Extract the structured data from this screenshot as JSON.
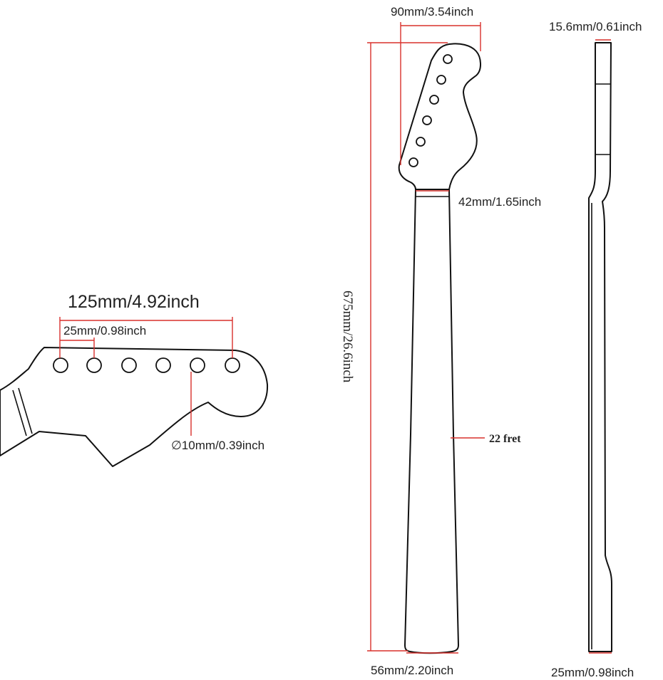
{
  "colors": {
    "dimension_line": "#d9302c",
    "outline": "#111111",
    "text": "#222222",
    "background": "#ffffff"
  },
  "headstock_detail": {
    "total_width_label": "125mm/4.92inch",
    "hole_spacing_label": "25mm/0.98inch",
    "hole_diameter_label": "∅10mm/0.39inch"
  },
  "front_view": {
    "headstock_width_label": "90mm/3.54inch",
    "nut_width_label": "42mm/1.65inch",
    "total_length_label": "675mm/26.6inch",
    "fret_label": "22 fret",
    "heel_width_label": "56mm/2.20inch"
  },
  "side_view": {
    "headstock_thickness_label": "15.6mm/0.61inch",
    "heel_thickness_label": "25mm/0.98inch"
  }
}
